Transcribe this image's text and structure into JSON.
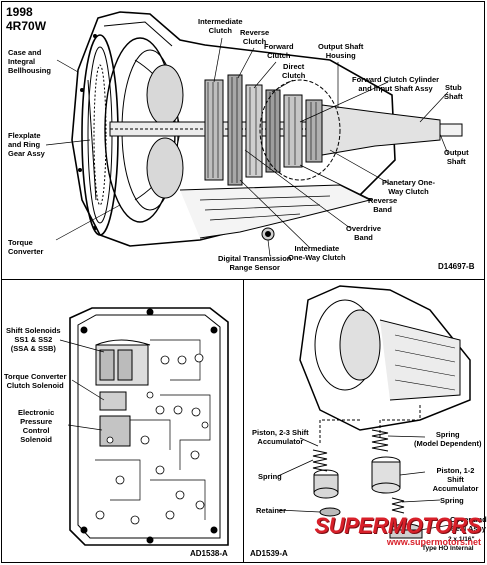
{
  "header": {
    "year": "1998",
    "model": "4R70W"
  },
  "top_panel": {
    "code": "D14697-B",
    "labels": {
      "case_bellhousing": "Case and\nIntegral\nBellhousing",
      "flexplate": "Flexplate\nand Ring\nGear Assy",
      "torque_converter": "Torque\nConverter",
      "intermediate_clutch": "Intermediate\nClutch",
      "reverse_clutch": "Reverse\nClutch",
      "forward_clutch": "Forward\nClutch",
      "direct_clutch": "Direct\nClutch",
      "output_shaft_housing": "Output Shaft\nHousing",
      "forward_clutch_cylinder": "Forward Clutch Cylinder\nand Input Shaft Assy",
      "stub_shaft": "Stub\nShaft",
      "output_shaft": "Output\nShaft",
      "planetary_oneway": "Planetary One-\nWay Clutch",
      "reverse_band": "Reverse\nBand",
      "overdrive_band": "Overdrive\nBand",
      "intermediate_oneway": "Intermediate\nOne-Way Clutch",
      "digital_range_sensor": "Digital Transmission\nRange Sensor"
    }
  },
  "bottom_left": {
    "code": "AD1538-A",
    "labels": {
      "shift_solenoids": "Shift Solenoids\nSS1 & SS2\n(SSA & SSB)",
      "tcc_solenoid": "Torque Converter\nClutch Solenoid",
      "epc_solenoid": "Electronic\nPressure\nControl\nSolenoid"
    }
  },
  "bottom_right": {
    "code": "AD1539-A",
    "labels": {
      "piston_23": "Piston, 2-3 Shift\nAccumulator",
      "spring_left": "Spring",
      "retainer": "Retainer",
      "spring_model": "Spring\n(Model Dependent)",
      "piston_12": "Piston, 1-2\nShift Accumulator",
      "spring_right": "Spring",
      "cover_seal": "Cover and\nSeal Assy",
      "type_ho": "Type HO Internal",
      "snap_ring": "2 x 1/16\""
    }
  },
  "watermark": {
    "logo": "SUPERMOTORS",
    "url": "www.supermotors.net"
  }
}
